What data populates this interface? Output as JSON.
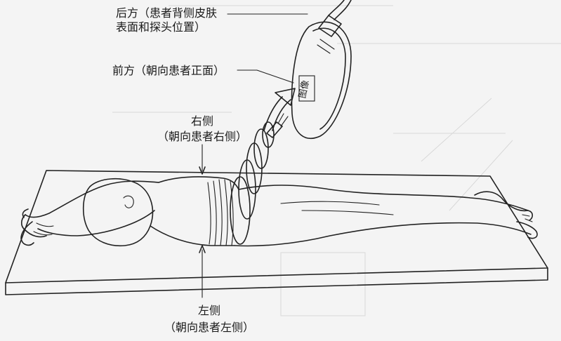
{
  "labels": {
    "posterior_line1": "后方（患者背侧皮肤",
    "posterior_line2": "表面和探头位置）",
    "anterior": "前方（朝向患者正面）",
    "right_line1": "右侧",
    "right_line2": "（朝向患者右侧）",
    "left_line1": "左侧",
    "left_line2": "（朝向患者左侧）",
    "image_text": "图像"
  },
  "colors": {
    "ink": "#222222",
    "background": "#f4f4f4",
    "bleed_through": "#d8d8d8"
  }
}
